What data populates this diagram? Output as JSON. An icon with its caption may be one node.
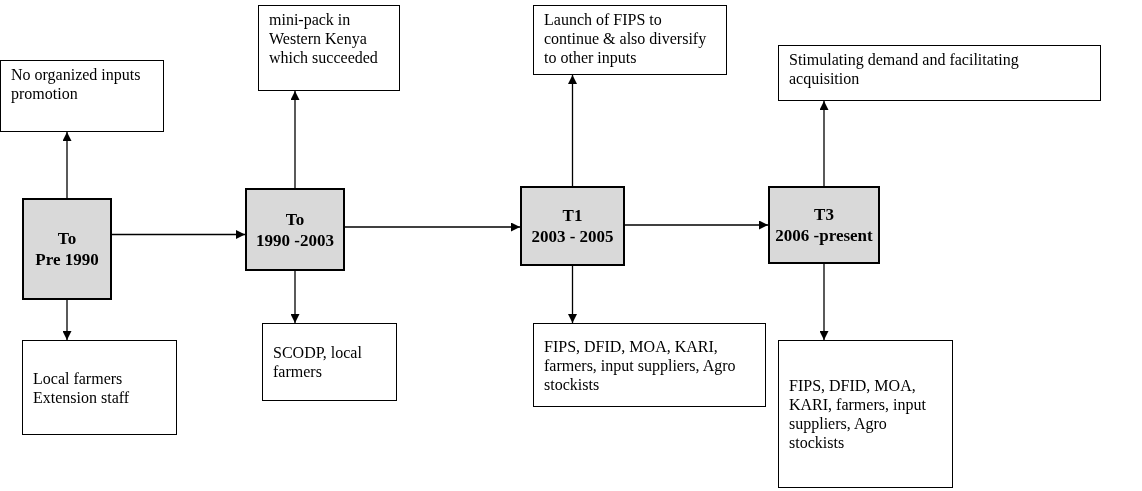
{
  "diagram": {
    "nodes": [
      {
        "text": [
          "To",
          "Pre 1990"
        ]
      },
      {
        "text": [
          "No organized inputs promotion"
        ]
      },
      {
        "text": [
          "Local farmers Extension staff"
        ]
      },
      {
        "text": [
          "To",
          "1990 -2003"
        ]
      },
      {
        "text": [
          "mini-pack in Western Kenya which succeeded"
        ]
      },
      {
        "text": [
          "SCODP, local farmers"
        ]
      },
      {
        "text": [
          "T1",
          "2003 - 2005"
        ]
      },
      {
        "text": [
          "Launch of FIPS to continue & also diversify to other inputs"
        ]
      },
      {
        "text": [
          "FIPS, DFID, MOA, KARI, farmers, input suppliers, Agro stockists"
        ]
      },
      {
        "text": [
          "T3",
          "2006 -present"
        ]
      },
      {
        "text": [
          "Stimulating demand and facilitating acquisition"
        ]
      },
      {
        "text": [
          "FIPS, DFID, MOA, KARI, farmers, input suppliers, Agro stockists"
        ]
      }
    ],
    "edges": [
      {
        "from": 0,
        "to": 1,
        "arrow": "to"
      },
      {
        "from": 0,
        "to": 2,
        "arrow": "to"
      },
      {
        "from": 0,
        "to": 3,
        "arrow": "to"
      },
      {
        "from": 3,
        "to": 4,
        "arrow": "to"
      },
      {
        "from": 3,
        "to": 5,
        "arrow": "to"
      },
      {
        "from": 3,
        "to": 6,
        "arrow": "to"
      },
      {
        "from": 6,
        "to": 7,
        "arrow": "to"
      },
      {
        "from": 6,
        "to": 8,
        "arrow": "to"
      },
      {
        "from": 6,
        "to": 9,
        "arrow": "to"
      },
      {
        "from": 9,
        "to": 10,
        "arrow": "to"
      },
      {
        "from": 9,
        "to": 11,
        "arrow": "to"
      }
    ]
  }
}
